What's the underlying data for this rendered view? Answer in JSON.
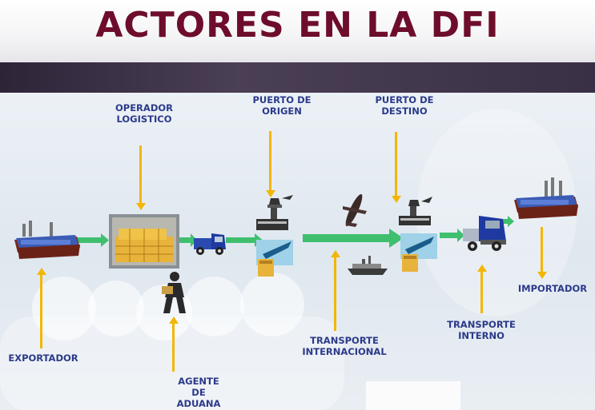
{
  "title": "ACTORES EN LA DFI",
  "labels": {
    "operador": "OPERADOR LOGISTICO",
    "operador_1": "OPERADOR",
    "operador_2": "LOGISTICO",
    "origen_1": "PUERTO DE",
    "origen_2": "ORIGEN",
    "destino_1": "PUERTO DE",
    "destino_2": "DESTINO",
    "exportador": "EXPORTADOR",
    "importador": "IMPORTADOR",
    "agente_1": "AGENTE",
    "agente_2": "DE",
    "agente_3": "ADUANA",
    "tinter_1": "TRANSPORTE",
    "tinter_2": "INTERNACIONAL",
    "tint_1": "TRANSPORTE",
    "tint_2": "INTERNO"
  },
  "colors": {
    "title": "#6e0d2b",
    "label": "#2b3a8a",
    "arrow_yellow": "#f2b705",
    "arrow_green": "#3fbf6e"
  },
  "icons": [
    "factory-icon",
    "warehouse-icon",
    "truck-icon",
    "port-icon",
    "airplane-icon",
    "ship-icon",
    "customs-agent-icon"
  ]
}
